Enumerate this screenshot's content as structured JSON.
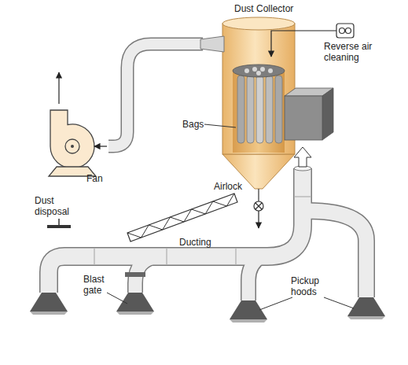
{
  "diagram": {
    "labels": [
      "Dust Collector",
      "Reverse air cleaning",
      "Bags",
      "Fan",
      "Airlock",
      "Dust disposal",
      "Ducting",
      "Blast gate",
      "Pickup hoods"
    ]
  }
}
